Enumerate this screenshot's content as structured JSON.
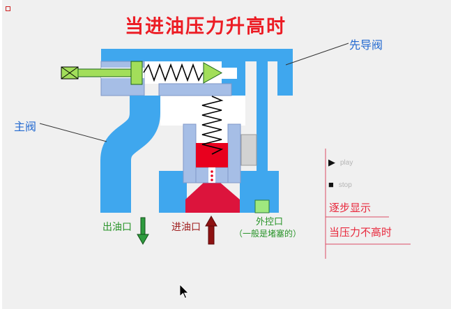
{
  "title": {
    "text": "当进油压力升高时"
  },
  "callouts": {
    "pilot_valve": "先导阀",
    "main_valve": "主阀"
  },
  "ports": {
    "outlet": "出油口",
    "inlet": "进油口",
    "external": "外控口",
    "external_note": "（一般是堵塞的）"
  },
  "controls": {
    "play_icon": "▶",
    "play_label": "play",
    "stop_icon": "■",
    "stop_label": "stop"
  },
  "panel": {
    "line1": "逐步显示",
    "line2": "当压力不高时"
  },
  "colors": {
    "background": "#F0F0F0",
    "fluid_blue": "#3FA7EE",
    "body_light_blue": "#A6BEE6",
    "piston_green": "#A2DE5A",
    "plug_green": "#9FE87F",
    "inlet_crimson": "#DC143C",
    "chamber_red": "#E8001E",
    "title_red": "#EC1C24",
    "panel_red": "#E8283C",
    "label_blue": "#2369D0",
    "label_green": "#279327",
    "label_dark_red": "#9E1B1B"
  }
}
